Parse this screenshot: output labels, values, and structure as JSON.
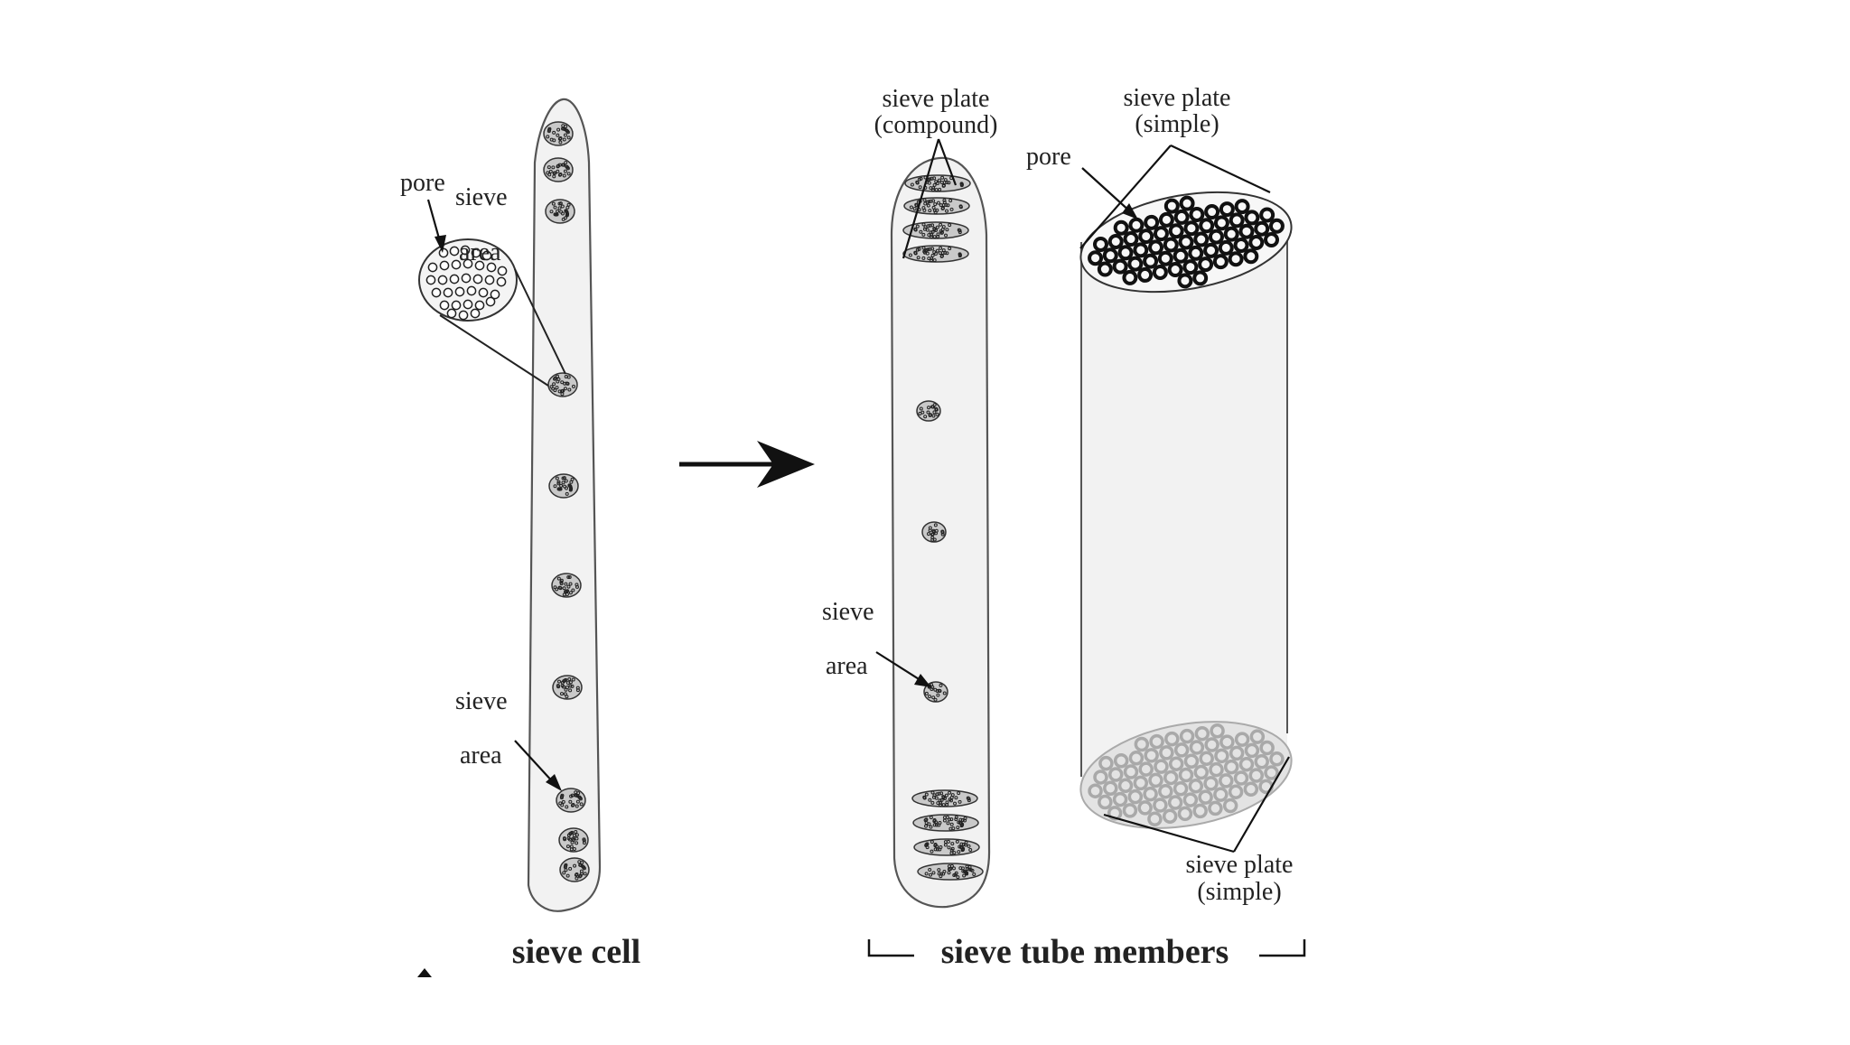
{
  "labels": {
    "pore_left": "pore",
    "sieve_area_top_1": "sieve",
    "sieve_area_top_2": "area",
    "sieve_area_bottom_1": "sieve",
    "sieve_area_bottom_2": "area",
    "sieve_plate_compound_1": "sieve plate",
    "sieve_plate_compound_2": "(compound)",
    "sieve_plate_simple_top_1": "sieve plate",
    "sieve_plate_simple_top_2": "(simple)",
    "pore_right": "pore",
    "sieve_area_mid_1": "sieve",
    "sieve_area_mid_2": "area",
    "sieve_plate_simple_bottom_1": "sieve plate",
    "sieve_plate_simple_bottom_2": "(simple)"
  },
  "captions": {
    "sieve_cell": "sieve cell",
    "sieve_tube_members": "sieve tube members"
  },
  "colors": {
    "cell_fill": "#f2f2f2",
    "outline": "#555555",
    "ink": "#111111",
    "faded_pore": "#a9a9a9"
  }
}
